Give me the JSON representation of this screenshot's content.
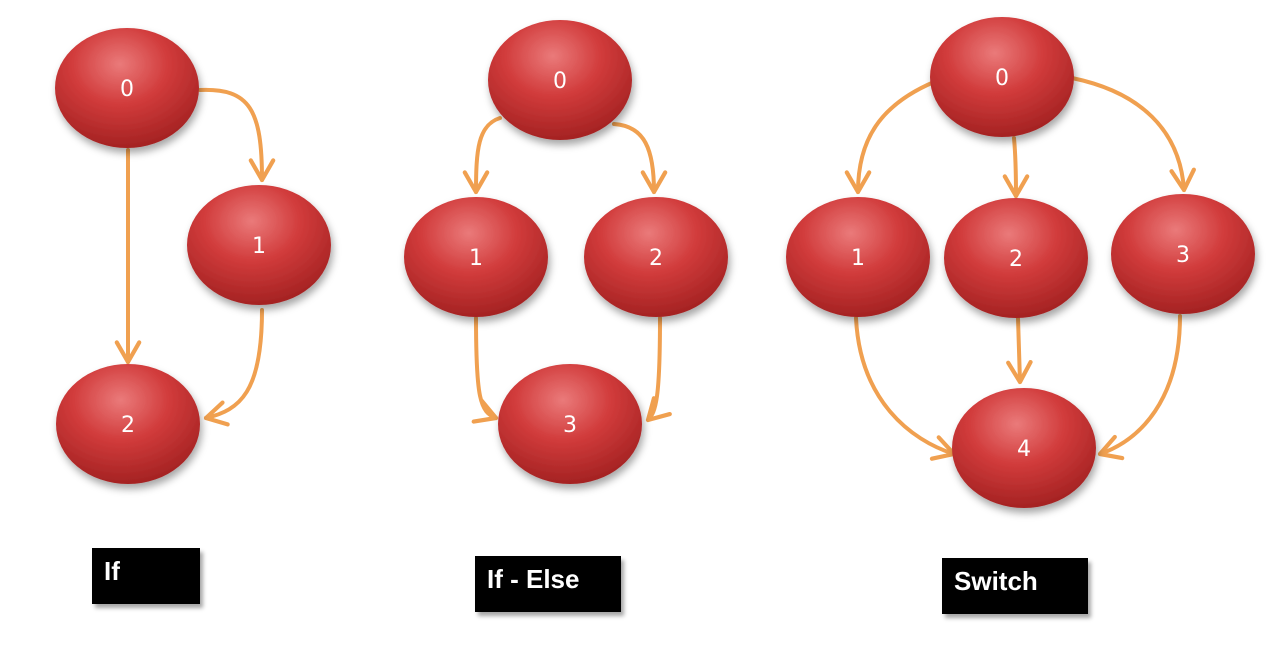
{
  "diagrams": [
    {
      "caption": "If",
      "nodes": [
        "0",
        "1",
        "2"
      ],
      "edges": [
        [
          "0",
          "1"
        ],
        [
          "0",
          "2"
        ],
        [
          "1",
          "2"
        ]
      ]
    },
    {
      "caption": "If - Else",
      "nodes": [
        "0",
        "1",
        "2",
        "3"
      ],
      "edges": [
        [
          "0",
          "1"
        ],
        [
          "0",
          "2"
        ],
        [
          "1",
          "3"
        ],
        [
          "2",
          "3"
        ]
      ]
    },
    {
      "caption": "Switch",
      "nodes": [
        "0",
        "1",
        "2",
        "3",
        "4"
      ],
      "edges": [
        [
          "0",
          "1"
        ],
        [
          "0",
          "2"
        ],
        [
          "0",
          "3"
        ],
        [
          "1",
          "4"
        ],
        [
          "2",
          "4"
        ],
        [
          "3",
          "4"
        ]
      ]
    }
  ],
  "colors": {
    "node_fill": "#cc3333",
    "node_highlight": "#e87070",
    "node_shadow": "#8a1a1a",
    "edge": "#f0a050",
    "caption_bg": "#000000",
    "caption_text": "#ffffff"
  }
}
